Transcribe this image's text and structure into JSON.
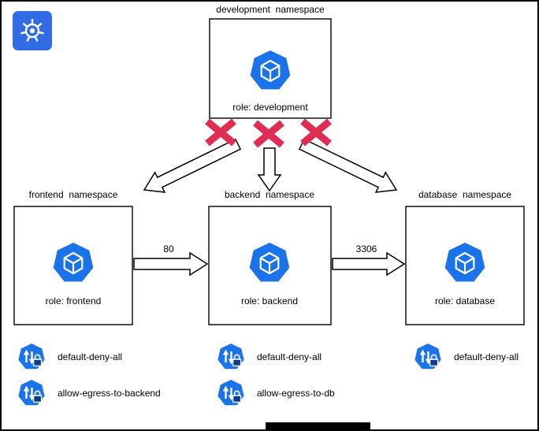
{
  "diagram": {
    "kind": "kubernetes-network-policy-diagram",
    "namespaces": {
      "development": {
        "title": "development  namespace",
        "role_label": "role: development"
      },
      "frontend": {
        "title": "frontend  namespace",
        "role_label": "role: frontend"
      },
      "backend": {
        "title": "backend  namespace",
        "role_label": "role: backend"
      },
      "database": {
        "title": "database  namespace",
        "role_label": "role: database"
      }
    },
    "connections": {
      "frontend_to_backend": {
        "port_label": "80"
      },
      "backend_to_database": {
        "port_label": "3306"
      }
    },
    "blocked_connections": {
      "from": "development",
      "to": [
        "frontend",
        "backend",
        "database"
      ],
      "marker": "red-x"
    },
    "network_policies": {
      "frontend": [
        "default-deny-all",
        "allow-egress-to-backend"
      ],
      "backend": [
        "default-deny-all",
        "allow-egress-to-db"
      ],
      "database": [
        "default-deny-all"
      ]
    },
    "icons": {
      "logo": "kubernetes-helm-wheel",
      "pod": "kubernetes-pod-cube",
      "policy": "kubernetes-network-policy-lock"
    },
    "colors": {
      "kubernetes_blue": "#326CE5",
      "pod_icon_blue": "#1A73E8",
      "blocked_x_red": "#E02D53",
      "box_border": "#000000",
      "background": "#FFFFFF"
    }
  }
}
